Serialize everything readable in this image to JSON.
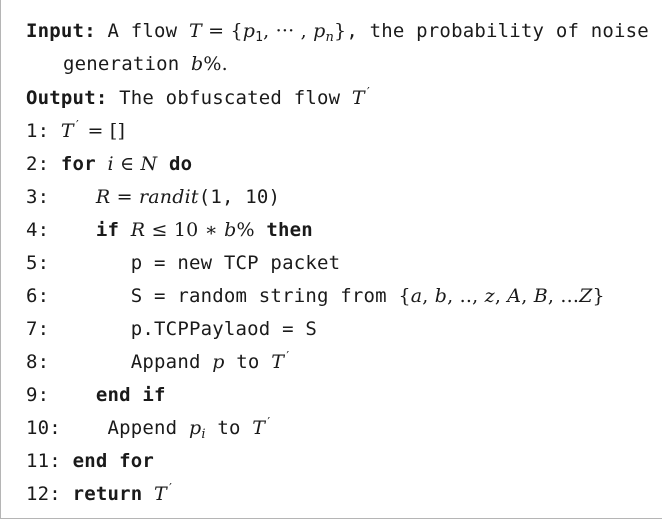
{
  "algorithm": {
    "input_label": "Input:",
    "input_text_1": "A flow",
    "input_text_2": ", the probability of noise",
    "input_text_3": "generation",
    "output_label": "Output:",
    "output_text": "The obfuscated flow",
    "lines": [
      {
        "num": "1:",
        "text": "= []"
      },
      {
        "num": "2:",
        "kw1": "for",
        "kw2": "do"
      },
      {
        "num": "3:",
        "text": "randit",
        "args": "(1, 10)"
      },
      {
        "num": "4:",
        "kw1": "if",
        "kw2": "then"
      },
      {
        "num": "5:",
        "text": "p = new TCP packet"
      },
      {
        "num": "6:",
        "text": "S = random string from "
      },
      {
        "num": "7:",
        "text": "p.TCPPaylaod = S"
      },
      {
        "num": "8:",
        "text": "Appand",
        "text2": "to"
      },
      {
        "num": "9:",
        "kw1": "end if"
      },
      {
        "num": "10:",
        "text": "Append",
        "text2": "to"
      },
      {
        "num": "11:",
        "kw1": "end for"
      },
      {
        "num": "12:",
        "kw1": "return"
      }
    ]
  }
}
